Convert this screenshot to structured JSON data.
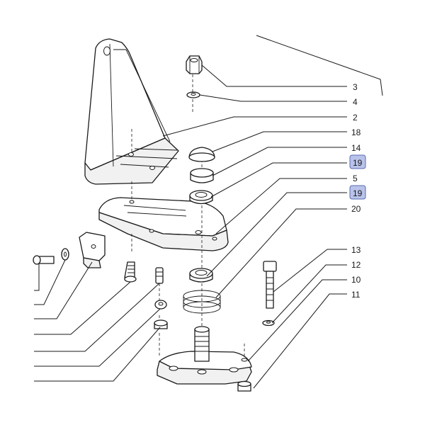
{
  "callouts": {
    "c3": "3",
    "c4": "4",
    "c2": "2",
    "c18": "18",
    "c14": "14",
    "c19a": "19",
    "c5": "5",
    "c19b": "19",
    "c20": "20",
    "c13": "13",
    "c12": "12",
    "c10": "10",
    "c11": "11"
  },
  "highlight_color": "#b9c3ea"
}
